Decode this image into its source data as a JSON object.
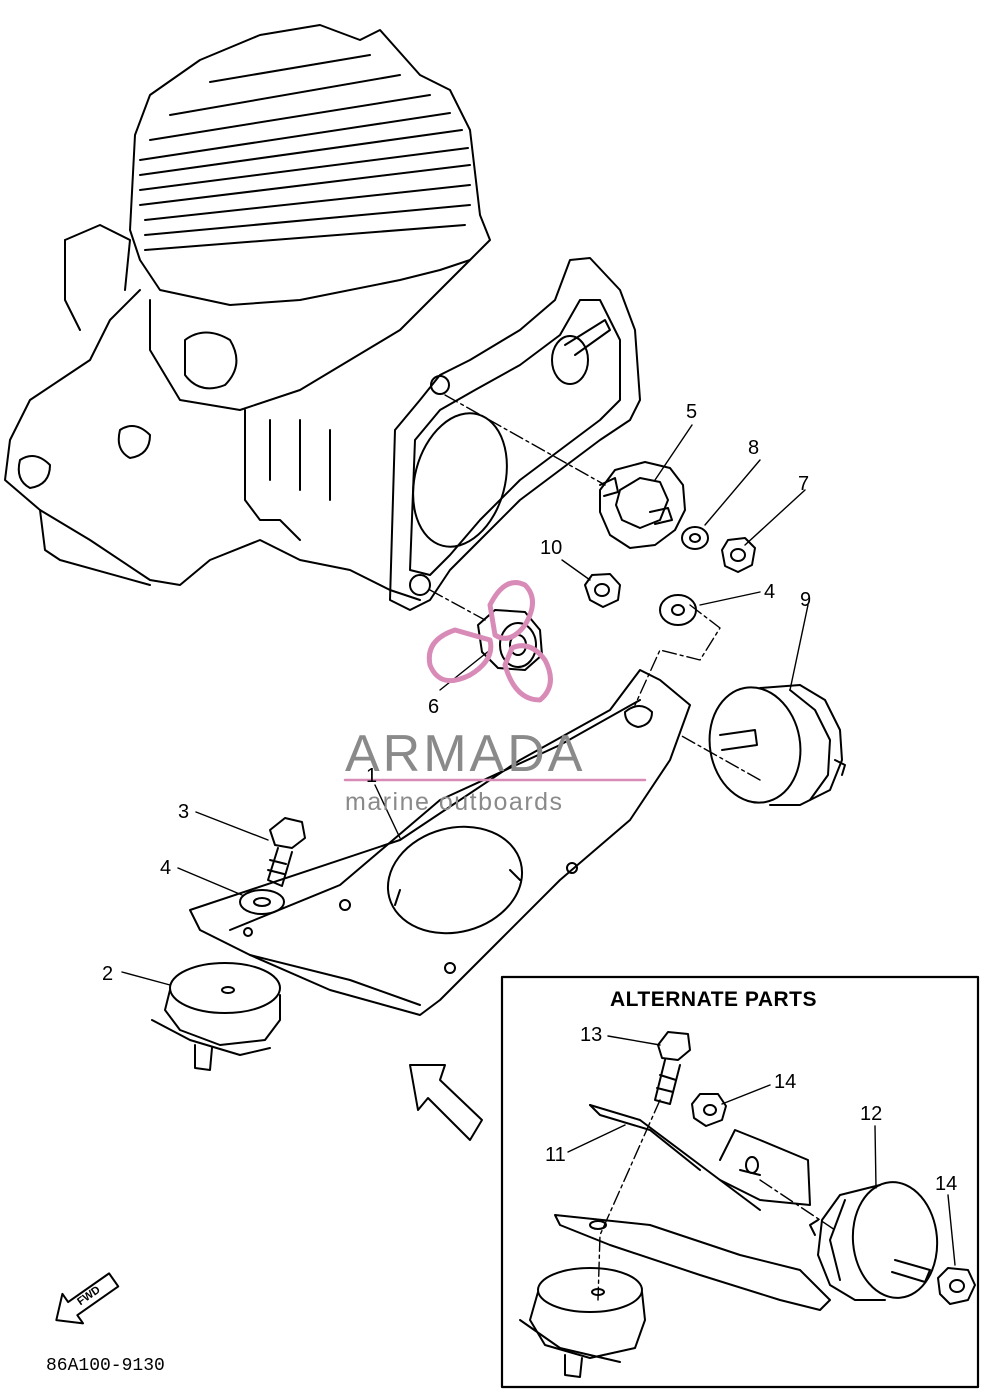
{
  "diagram": {
    "alternate_title": "ALTERNATE PARTS",
    "drawing_code": "86A100-9130",
    "fwd_label": "FWD",
    "watermark": {
      "name": "ARMADA",
      "tagline": "marine outboards",
      "accent_color": "#d98bb8",
      "text_color": "#8a8a8a"
    },
    "callouts": [
      "1",
      "2",
      "3",
      "4",
      "4",
      "5",
      "6",
      "7",
      "8",
      "9",
      "10",
      "11",
      "12",
      "13",
      "14",
      "14"
    ]
  }
}
